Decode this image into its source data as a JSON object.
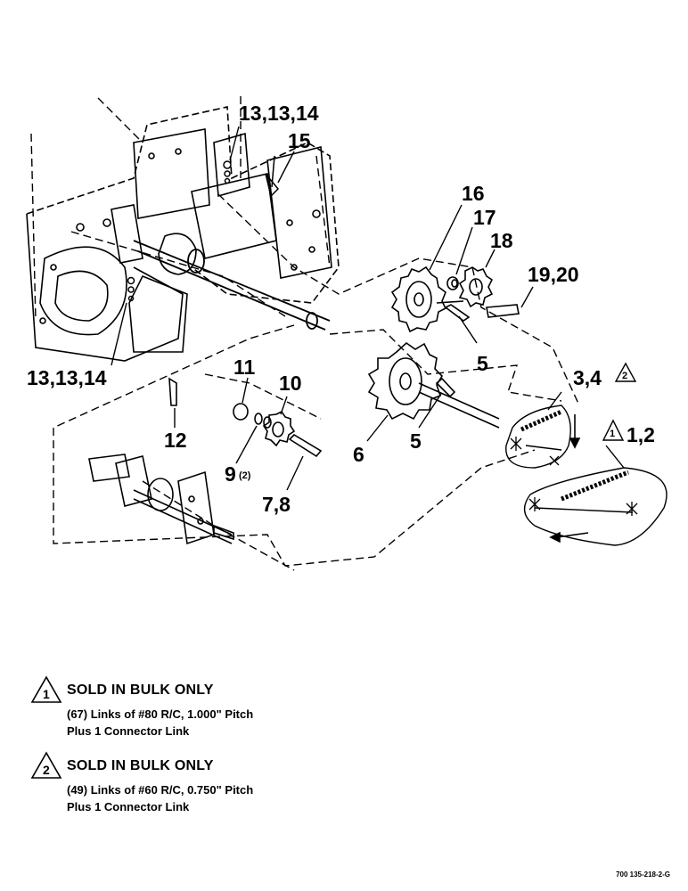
{
  "callouts": {
    "c_13_top": "13,13,14",
    "c_15": "15",
    "c_16": "16",
    "c_17": "17",
    "c_18": "18",
    "c_19_20": "19,20",
    "c_5_upper": "5",
    "c_3_4": "3,4",
    "c_3_4_flag": "2",
    "c_1_2": "1,2",
    "c_1_2_flag": "1",
    "c_13_left": "13,13,14",
    "c_11": "11",
    "c_10": "10",
    "c_12": "12",
    "c_6": "6",
    "c_5_lower": "5",
    "c_9": "9",
    "c_9_qty": "(2)",
    "c_7_8": "7,8"
  },
  "notes": [
    {
      "flag": "1",
      "heading": "SOLD IN BULK ONLY",
      "line1": "(67) Links of #80 R/C, 1.000\" Pitch",
      "line2": "Plus 1 Connector Link"
    },
    {
      "flag": "2",
      "heading": "SOLD IN BULK ONLY",
      "line1": "(49) Links of #60 R/C, 0.750\" Pitch",
      "line2": "Plus 1 Connector Link"
    }
  ],
  "figure_id": "700 135-218-2-G"
}
